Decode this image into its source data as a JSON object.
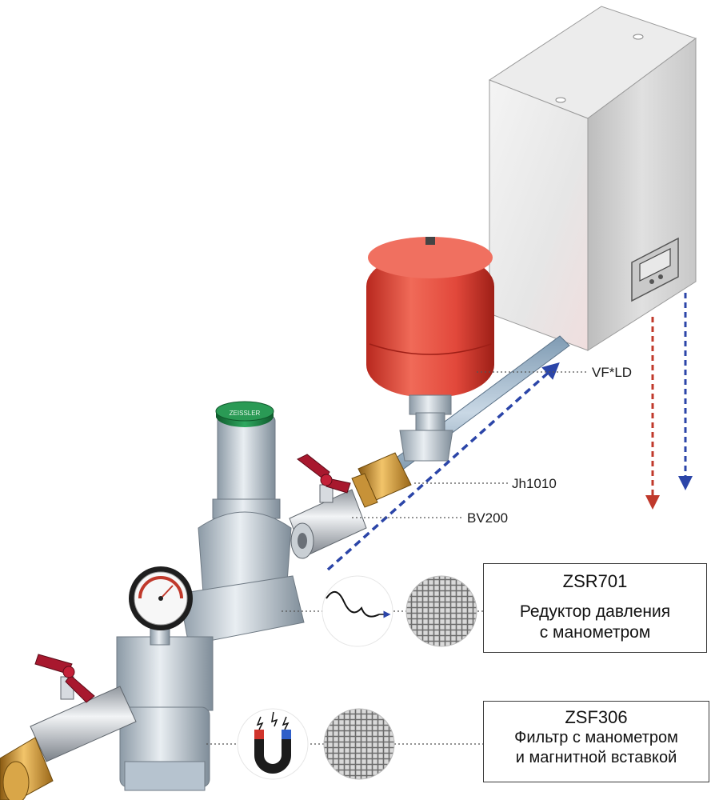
{
  "labels": {
    "vf_ld": "VF*LD",
    "jh1010": "Jh1010",
    "bv200": "BV200"
  },
  "reducer": {
    "brand": "ZEISSLER",
    "callout": {
      "code": "ZSR701",
      "line1": "Редуктор давления",
      "line2": "с манометром"
    }
  },
  "filter": {
    "callout": {
      "code": "ZSF306",
      "line1": "Фильтр с манометром",
      "line2": "и магнитной вставкой"
    }
  },
  "colors": {
    "flow_hot": "#c0392b",
    "flow_cold": "#2b45a8",
    "tank": "#e2483b",
    "valve_handle": "#a8182e",
    "reducer_cap": "#1f8a48"
  }
}
